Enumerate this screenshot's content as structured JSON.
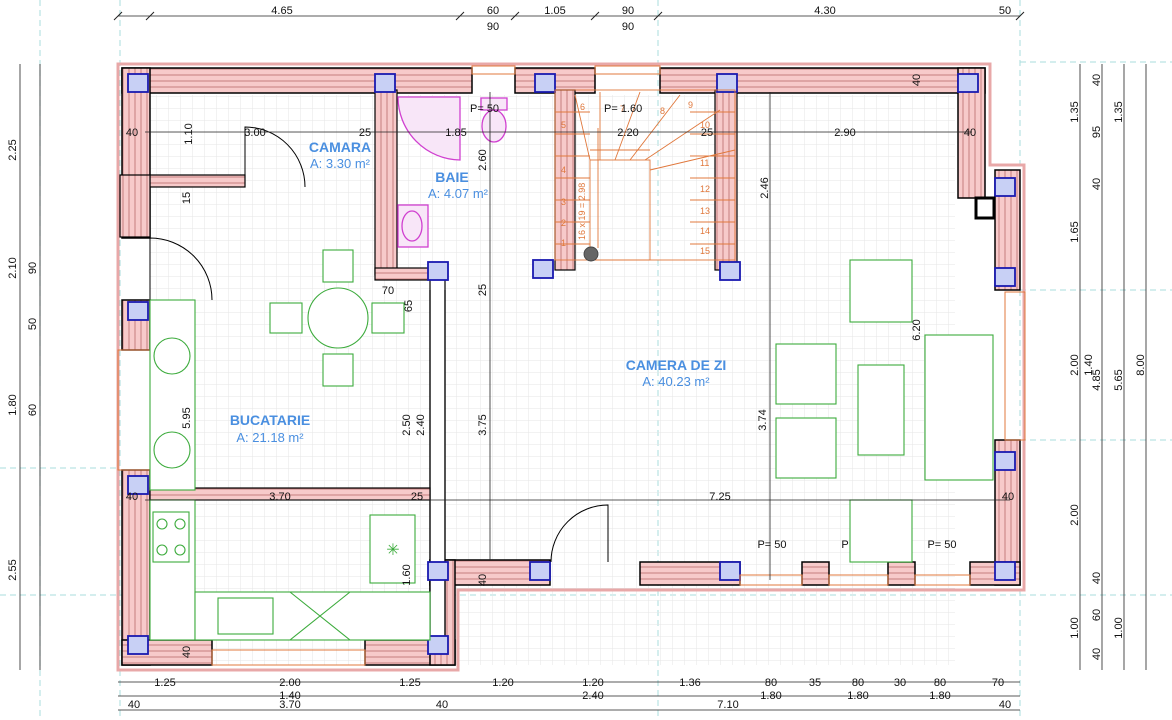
{
  "rooms": {
    "camara": {
      "name": "CAMARA",
      "area": "A: 3.30 m²"
    },
    "baie": {
      "name": "BAIE",
      "area": "A: 4.07 m²"
    },
    "bucatarie": {
      "name": "BUCATARIE",
      "area": "A: 21.18 m²"
    },
    "camera_de_zi": {
      "name": "CAMERA DE ZI",
      "area": "A: 40.23 m²"
    }
  },
  "stair": {
    "label": "P= 1.60",
    "formula": "16 x 19 = 2.98",
    "steps": [
      "1",
      "2",
      "3",
      "4",
      "5",
      "6",
      "7",
      "8",
      "9",
      "10",
      "11",
      "12",
      "13",
      "14",
      "15"
    ]
  },
  "top_dims": {
    "d1": "4.65",
    "d2": "60",
    "d3": "90",
    "d4": "1.05",
    "d5": "90",
    "d6": "90",
    "d7": "4.30",
    "d8": "50"
  },
  "bottom_dims": {
    "r1": [
      "1.25",
      "2.00",
      "1.25",
      "1.20",
      "1.20",
      "1.36",
      "80",
      "35",
      "80",
      "30",
      "80",
      "70"
    ],
    "r2": [
      "1.40",
      "2.40",
      "1.80",
      "1.80",
      "1.80"
    ],
    "r3": [
      "40",
      "3.70",
      "40",
      "7.10",
      "40"
    ]
  },
  "left_dims": {
    "outer": [
      "2.25",
      "2.10",
      "1.80",
      "2.55"
    ],
    "inner": [
      "90",
      "50",
      "60"
    ]
  },
  "right_dims": {
    "c1": [
      "40",
      "1.35",
      "95",
      "40",
      "1.65",
      "2.00",
      "1.40",
      "2.00",
      "40",
      "60",
      "1.00",
      "40"
    ],
    "c2": [
      "1.35",
      "4.85",
      "1.00"
    ],
    "c3": [
      "5.65"
    ],
    "c4": [
      "8.00"
    ]
  },
  "interior_dims": {
    "i1": "40",
    "i2": "1.10",
    "i3": "3.00",
    "i4": "25",
    "i5": "1.85",
    "i6": "P= 50",
    "i7": "2.20",
    "i8": "25",
    "i9": "2.90",
    "i10": "40",
    "i11": "40",
    "i12": "15",
    "i13": "2.60",
    "i14": "2.46",
    "i15": "70",
    "i16": "65",
    "i17": "25",
    "i18": "6.20",
    "i19": "5.95",
    "i20": "2.50",
    "i21": "2.40",
    "i22": "3.75",
    "i23": "3.74",
    "i24": "40",
    "i25": "3.70",
    "i26": "25",
    "i27": "7.25",
    "i28": "40",
    "i29": "P= 50",
    "i30": "P",
    "i31": "P= 50",
    "i32": "1.60",
    "i33": "40",
    "i34": "40"
  },
  "colors": {
    "wall_fill": "#f5c4c4",
    "wall_hatch": "#c98080",
    "column_fill": "#c8d0f5",
    "column_stroke": "#1a1ab0",
    "furniture": "#3cab3c",
    "stair": "#e0783c",
    "sanitary": "#d040d0",
    "grid": "#e4e4e4",
    "room_text": "#4a8fe0",
    "axis": "#a0d8d8"
  }
}
